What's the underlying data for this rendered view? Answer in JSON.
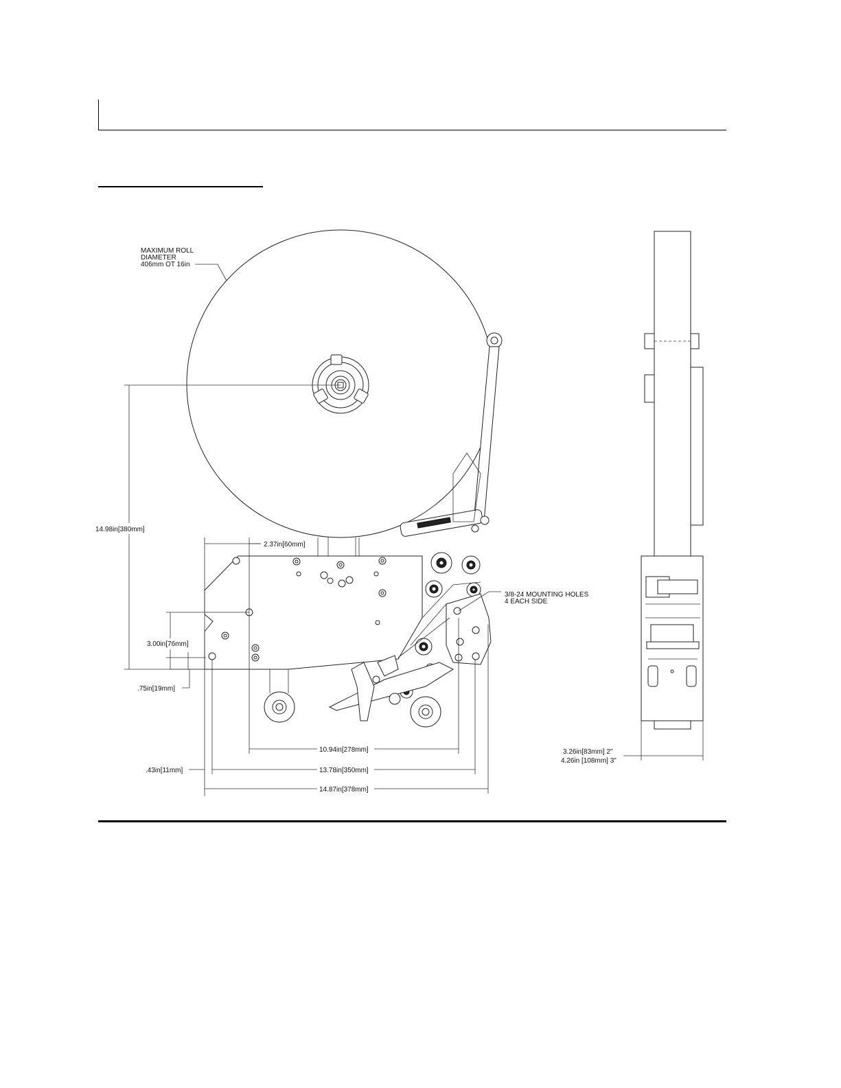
{
  "labels": {
    "roll_line1": "MAXIMUM ROLL",
    "roll_line2": "DIAMETER",
    "roll_line3": "406mm OT 16in",
    "mount_line1": "3/8-24 MOUNTING HOLES",
    "mount_line2": "4 EACH SIDE"
  },
  "dimensions": {
    "height_total": "14.98in",
    "height_total_mm": "[380mm]",
    "offset_top": "2.37in",
    "offset_top_mm": "[60mm]",
    "hole_spacing_v": "3.00in",
    "hole_spacing_v_mm": "[76mm]",
    "hole_offset_v": ".75in",
    "hole_offset_v_mm": "[19mm]",
    "width_inner": "10.94in",
    "width_inner_mm": "[278mm]",
    "hole_offset_h": ".43in",
    "hole_offset_h_mm": "[11mm]",
    "width_holes": "13.78in",
    "width_holes_mm": "[350mm]",
    "width_total": "14.87in",
    "width_total_mm": "[378mm]",
    "side_width_1": "3.26in[83mm] 2\"",
    "side_width_2": "4.26in [108mm] 3\""
  }
}
